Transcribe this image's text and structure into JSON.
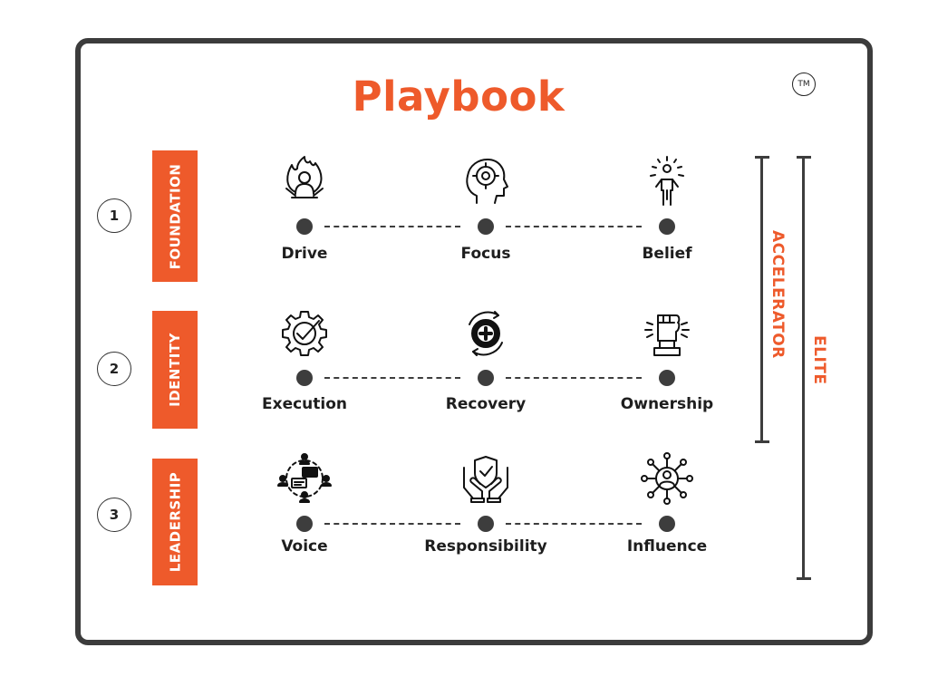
{
  "title": "Playbook",
  "trademark": "TM",
  "rows": [
    {
      "number": "1",
      "tag": "FOUNDATION",
      "items": [
        {
          "label": "Drive",
          "icon": "flaming-head-icon"
        },
        {
          "label": "Focus",
          "icon": "focused-mind-icon"
        },
        {
          "label": "Belief",
          "icon": "radiant-person-icon"
        }
      ]
    },
    {
      "number": "2",
      "tag": "IDENTITY",
      "items": [
        {
          "label": "Execution",
          "icon": "gear-check-icon"
        },
        {
          "label": "Recovery",
          "icon": "health-cycle-icon"
        },
        {
          "label": "Ownership",
          "icon": "raised-fist-icon"
        }
      ]
    },
    {
      "number": "3",
      "tag": "LEADERSHIP",
      "items": [
        {
          "label": "Voice",
          "icon": "team-communication-icon"
        },
        {
          "label": "Responsibility",
          "icon": "hands-shield-icon"
        },
        {
          "label": "Influence",
          "icon": "network-person-icon"
        }
      ]
    }
  ],
  "brackets": {
    "accelerator": "ACCELERATOR",
    "elite": "ELITE"
  },
  "colors": {
    "accent": "#ee5a2b",
    "ink": "#3d3d3d"
  }
}
